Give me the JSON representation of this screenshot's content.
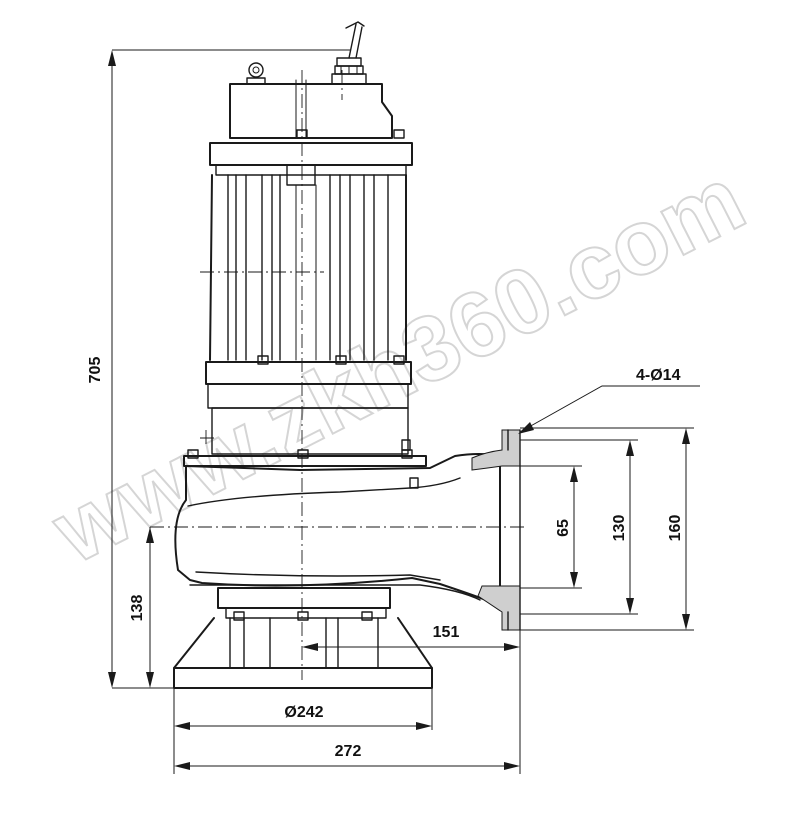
{
  "watermark": "www.zkh360.com",
  "dimensions": {
    "overall_height": "705",
    "outlet_center_height": "138",
    "outlet_offset": "151",
    "base_diameter": "Ø242",
    "overall_width": "272",
    "inner_bore": "65",
    "bolt_circle": "130",
    "flange_diameter": "160",
    "flange_holes": "4-Ø14"
  }
}
